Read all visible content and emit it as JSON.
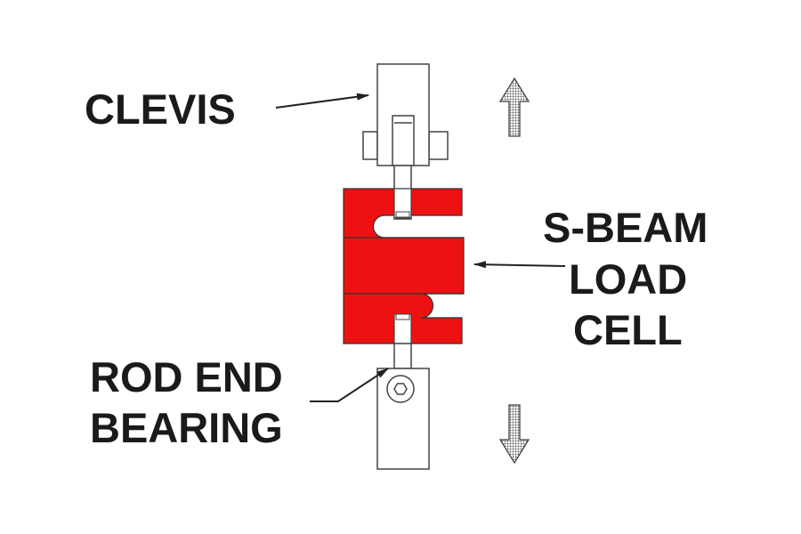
{
  "labels": {
    "clevis": "CLEVIS",
    "sbeam_line1": "S-BEAM",
    "sbeam_line2": "LOAD",
    "sbeam_line3": "CELL",
    "rodend_line1": "ROD END",
    "rodend_line2": "BEARING"
  },
  "colors": {
    "load_cell": "#ee1111",
    "outline": "#333333",
    "text": "#1a1a1a"
  },
  "icons": {
    "up": "hatched-up-arrow-icon",
    "down": "hatched-down-arrow-icon"
  }
}
